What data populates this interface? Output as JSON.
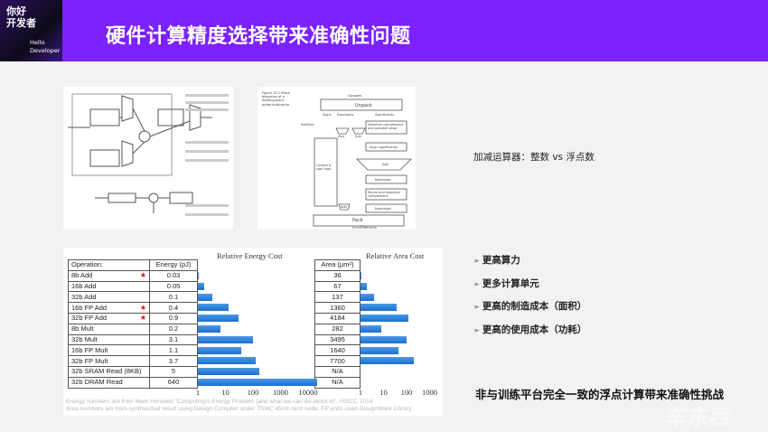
{
  "logo": {
    "line1": "你好",
    "line2": "开发者",
    "line3": "Hello",
    "line4": "Developer"
  },
  "title": "硬件计算精度选择带来准确性问题",
  "figure2": {
    "caption": "Figure 10.1 Block diagrams of a floating-point adder/subtractor",
    "opcodes": "Opcodes",
    "unpack": "Unpack",
    "signs": "Signs",
    "exponents": "Exponents",
    "significands": "Significands",
    "addsub": "Add/Sub",
    "control": "Control & sign logic",
    "mux": "Mux",
    "sub": "Sub",
    "swap": "Selective complement and possible swap",
    "align": "Align significands",
    "add": "Add",
    "normalize": "Normalize",
    "round": "Round and selective complement",
    "pack": "Pack",
    "result": "Sum/Difference"
  },
  "energy": {
    "title": "Relative Energy Cost",
    "headers": [
      "Operation:",
      "Energy (pJ)"
    ],
    "rows": [
      {
        "op": "8b Add",
        "value": "0.03",
        "star": true
      },
      {
        "op": "16b Add",
        "value": "0.05",
        "star": false
      },
      {
        "op": "32b Add",
        "value": "0.1",
        "star": false
      },
      {
        "op": "16b FP Add",
        "value": "0.4",
        "star": true
      },
      {
        "op": "32b FP Add",
        "value": "0.9",
        "star": true
      },
      {
        "op": "8b Mult",
        "value": "0.2",
        "star": false
      },
      {
        "op": "32b Mult",
        "value": "3.1",
        "star": false
      },
      {
        "op": "16b FP Mult",
        "value": "1.1",
        "star": false
      },
      {
        "op": "32b FP Mult",
        "value": "3.7",
        "star": false
      },
      {
        "op": "32b SRAM Read (8KB)",
        "value": "5",
        "star": false
      },
      {
        "op": "32b DRAM Read",
        "value": "640",
        "star": false
      }
    ],
    "ticks": [
      "1",
      "10",
      "100",
      "1000",
      "10000"
    ]
  },
  "area": {
    "title": "Relative Area Cost",
    "header": "Area (μm²)",
    "values": [
      "36",
      "67",
      "137",
      "1360",
      "4184",
      "282",
      "3495",
      "1640",
      "7700",
      "N/A",
      "N/A"
    ],
    "ticks": [
      "1",
      "10",
      "100",
      "1000"
    ]
  },
  "footnotes": [
    "Energy numbers are from Mark Horowitz \"Computing's Energy Problem (and what we can do about it)\", ISSCC 2014",
    "Area numbers are from synthesized result using Design Compiler under TSMC 45nm tech node. FP units used DesignWare Library."
  ],
  "subtitle": "加减运算器：整数 vs 浮点数",
  "bullets": [
    "更高算力",
    "更多计算单元",
    "更高的制造成本（面积）",
    "更高的使用成本（功耗）"
  ],
  "conclusion": "非与训练平台完全一致的浮点计算带来准确性挑战",
  "watermark": "车东西",
  "colors": {
    "header": "#7b22ff",
    "bar": "#1d6fcf",
    "star": "#e00000"
  }
}
